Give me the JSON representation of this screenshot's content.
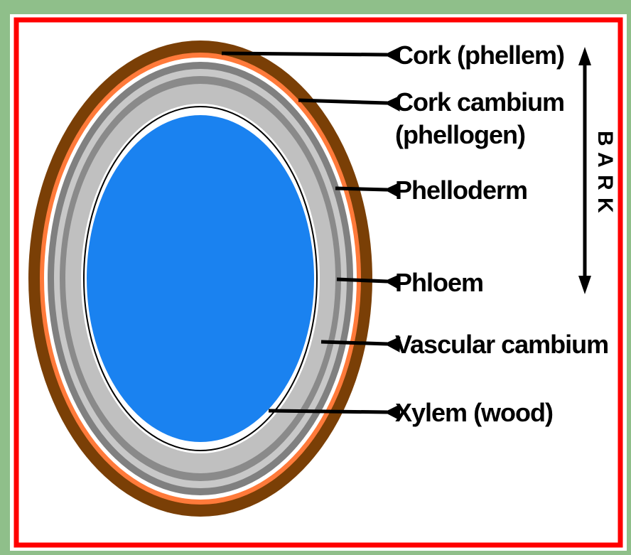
{
  "labels": {
    "cork": "Cork (phellem)",
    "cork_cambium_line1": "Cork cambium",
    "cork_cambium_line2": "(phellogen)",
    "phelloderm": "Phelloderm",
    "phloem": "Phloem",
    "vascular_cambium": "Vascular cambium",
    "xylem": "Xylem (wood)"
  },
  "bark": {
    "letters": [
      "B",
      "A",
      "R",
      "K"
    ]
  },
  "colors": {
    "page_background": "#8fbf8a",
    "panel_background": "#ffffff",
    "frame": "#ff0000",
    "cork": "#7a3f06",
    "cork_cambium": "#ff7a3a",
    "phelloderm": "#808080",
    "phloem": "#c0c0c0",
    "vascular_cambium": "#000000",
    "xylem": "#1a82f0",
    "arrow": "#000000"
  }
}
